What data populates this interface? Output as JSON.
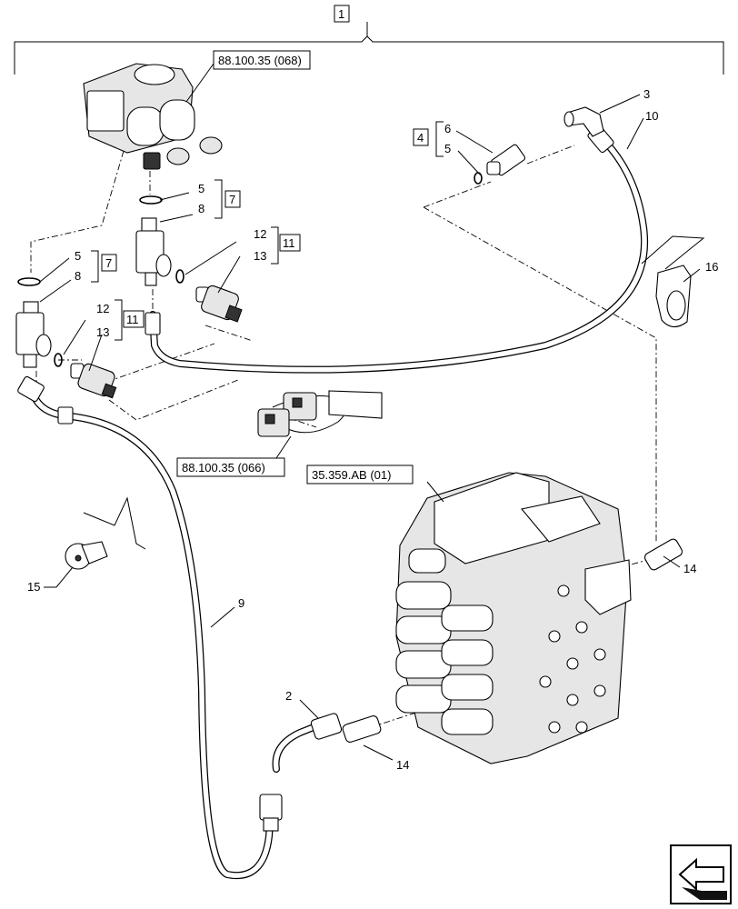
{
  "callouts": {
    "assembly": "1",
    "kit_4": "4",
    "kit_7a": "7",
    "kit_7b": "7",
    "kit_11a": "11",
    "kit_11b": "11"
  },
  "refs": {
    "solenoid_valve": "88.100.35 (068)",
    "harness": "88.100.35 (066)",
    "control_valve": "35.359.AB (01)"
  },
  "labels": {
    "p2": "2",
    "p3": "3",
    "p5a": "5",
    "p5b": "5",
    "p5c": "5",
    "p6": "6",
    "p8a": "8",
    "p8b": "8",
    "p9": "9",
    "p10": "10",
    "p12a": "12",
    "p12b": "12",
    "p13a": "13",
    "p13b": "13",
    "p14a": "14",
    "p14b": "14",
    "p15": "15",
    "p16": "16"
  },
  "icons": {
    "nav": "arrow-back-icon"
  }
}
